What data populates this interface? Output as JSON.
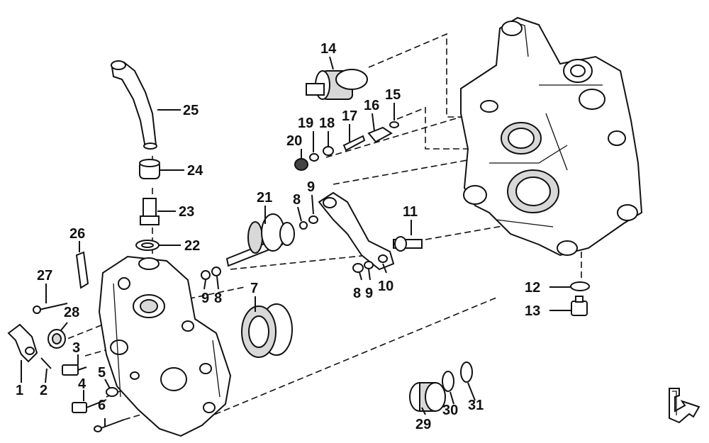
{
  "callouts": {
    "c1": "1",
    "c2": "2",
    "c3": "3",
    "c4": "4",
    "c5": "5",
    "c6": "6",
    "c7": "7",
    "c8a": "8",
    "c8b": "8",
    "c8c": "8",
    "c9a": "9",
    "c9b": "9",
    "c9c": "9",
    "c10": "10",
    "c11": "11",
    "c12": "12",
    "c13": "13",
    "c14": "14",
    "c15": "15",
    "c16": "16",
    "c17": "17",
    "c18": "18",
    "c19": "19",
    "c20": "20",
    "c21": "21",
    "c22": "22",
    "c23": "23",
    "c24": "24",
    "c25": "25",
    "c26": "26",
    "c27": "27",
    "c28": "28",
    "c29": "29",
    "c30": "30",
    "c31": "31"
  },
  "colors": {
    "ink": "#111111",
    "paper": "#ffffff",
    "shade": "#d8d8d8"
  },
  "icons": {
    "orientation": "front-arrow-icon"
  }
}
